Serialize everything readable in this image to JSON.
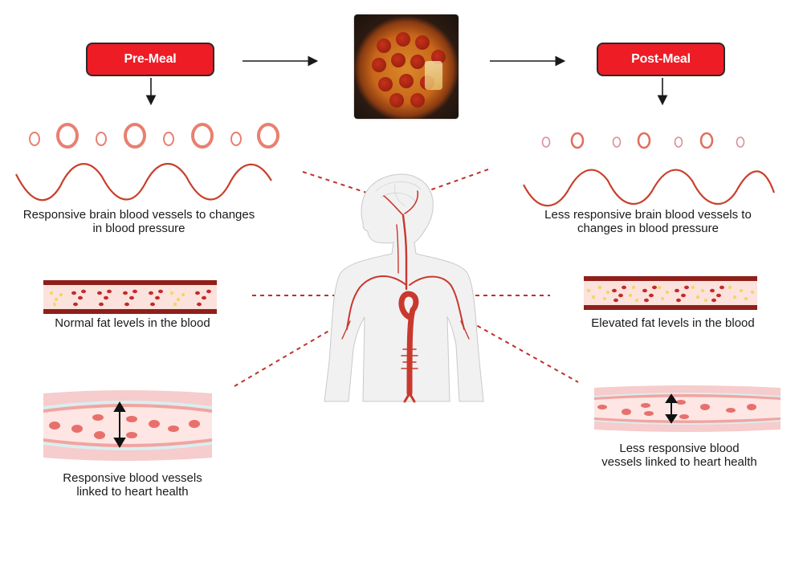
{
  "flow": {
    "pre_label": "Pre-Meal",
    "post_label": "Post-Meal",
    "meal_image": "pepperoni-pizza"
  },
  "colors": {
    "box_fill": "#ee1c25",
    "box_border": "#2a2a2a",
    "vessel_ring": "#e88070",
    "wave": "#c8402c",
    "artery": "#c9382e",
    "dash_line": "#c0302c",
    "vessel_wall": "#8f1f1a",
    "blood_cell": "#c42a2a",
    "fat": "#f2d65a"
  },
  "left": {
    "brain_caption_1": "Responsive brain blood vessels to changes",
    "brain_caption_2": "in blood pressure",
    "fat_caption": "Normal fat levels in the blood",
    "heart_caption_1": "Responsive blood vessels",
    "heart_caption_2": "linked to heart health"
  },
  "right": {
    "brain_caption_1": "Less responsive brain blood vessels to",
    "brain_caption_2": "changes in blood pressure",
    "fat_caption": "Elevated fat levels in the blood",
    "heart_caption_1": "Less responsive blood",
    "heart_caption_2": "vessels linked to heart health"
  },
  "icons": {
    "pre_rings": [
      "small",
      "large",
      "small",
      "large",
      "small",
      "large",
      "small",
      "large"
    ],
    "post_rings": [
      "small",
      "large",
      "small",
      "large",
      "small",
      "large",
      "small"
    ],
    "figure": "human-circulatory-system"
  }
}
